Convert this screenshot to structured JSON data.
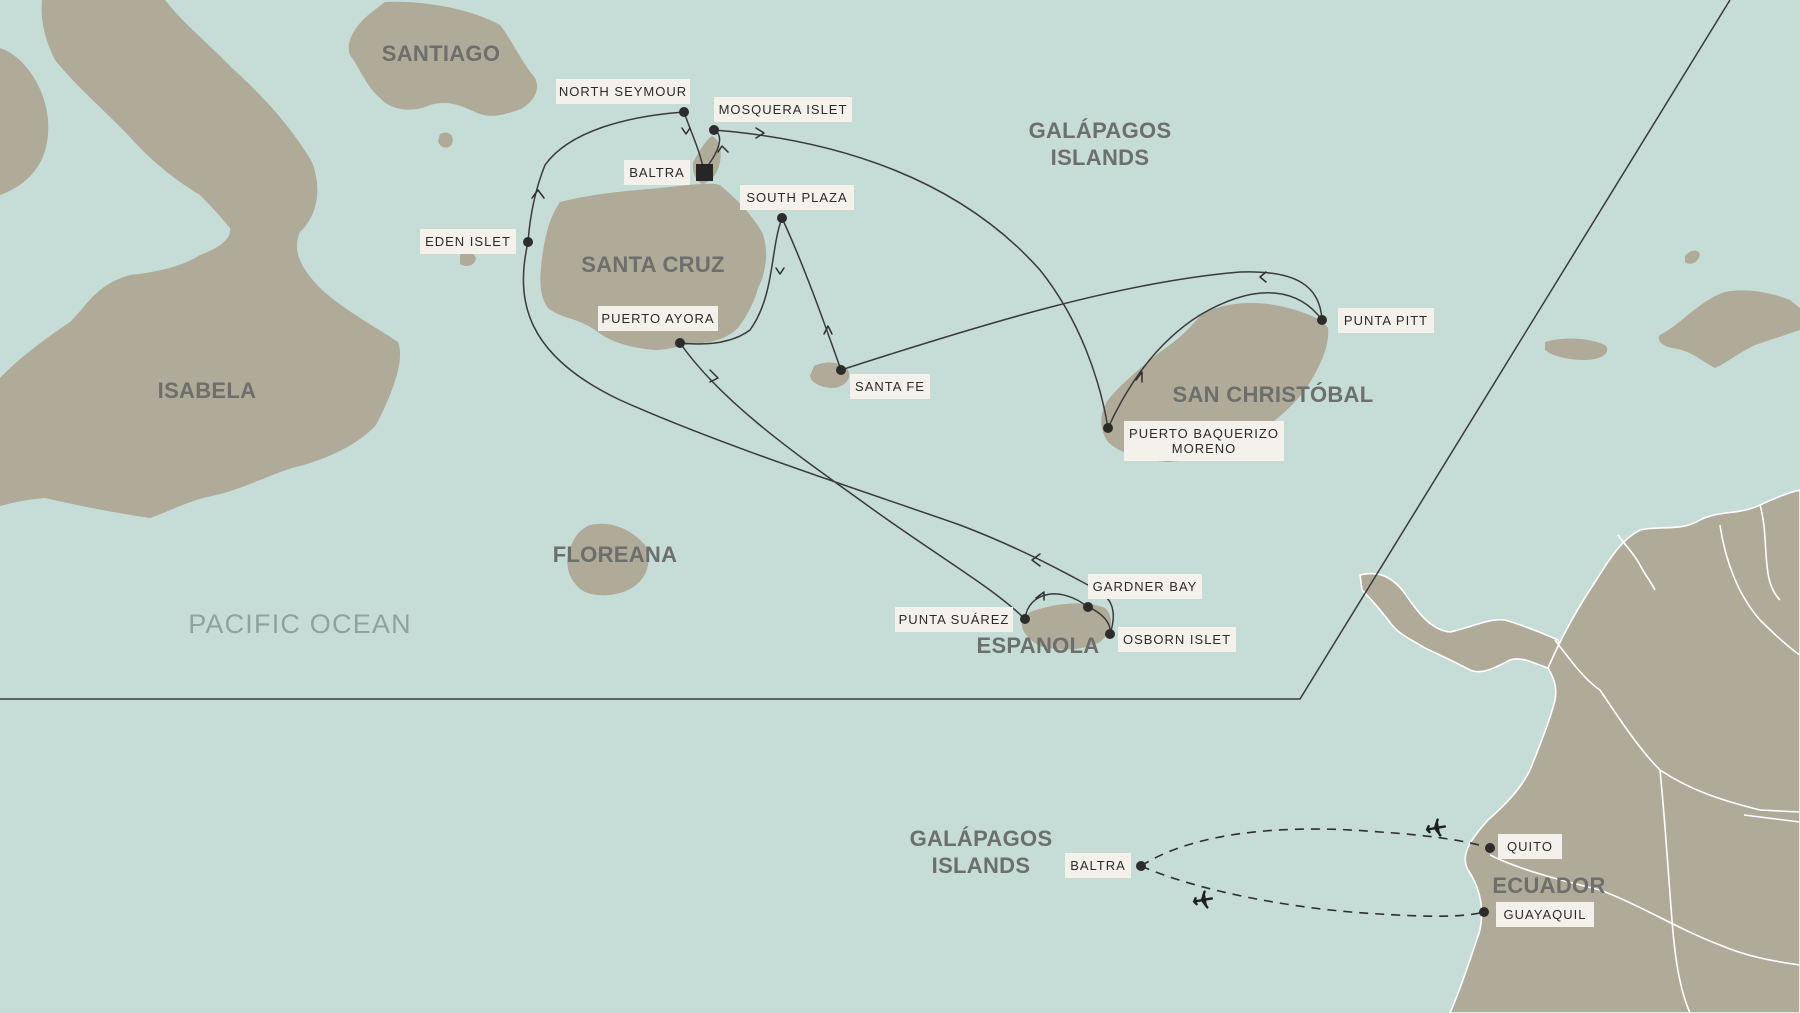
{
  "colors": {
    "sea": "#c6dcd7",
    "land": "#b0aa98",
    "route": "#3a3a3a",
    "label_bg": "#f3f1ea",
    "text": "#6d6f6c"
  },
  "islands": {
    "isabela": "ISABELA",
    "santiago": "SANTIAGO",
    "santa_cruz": "SANTA CRUZ",
    "floreana": "FLOREANA",
    "san_cristobal": "SAN CHRISTÓBAL",
    "espanola": "ESPANOLA"
  },
  "region_top": {
    "line1": "GALÁPAGOS",
    "line2": "ISLANDS"
  },
  "region_bottom": {
    "line1": "GALÁPAGOS",
    "line2": "ISLANDS"
  },
  "ocean": "PACIFIC OCEAN",
  "country": "ECUADOR",
  "places": {
    "north_seymour": "NORTH SEYMOUR",
    "mosquera_islet": "MOSQUERA ISLET",
    "baltra": "BALTRA",
    "south_plaza": "SOUTH PLAZA",
    "eden_islet": "EDEN ISLET",
    "puerto_ayora": "PUERTO AYORA",
    "santa_fe": "SANTA FE",
    "punta_pitt": "PUNTA PITT",
    "puerto_baquerizo_1": "PUERTO BAQUERIZO",
    "puerto_baquerizo_2": "MORENO",
    "gardner_bay": "GARDNER BAY",
    "punta_suarez": "PUNTA SUÁREZ",
    "osborn_islet": "OSBORN ISLET",
    "baltra_inset": "BALTRA",
    "quito": "QUITO",
    "guayaquil": "GUAYAQUIL"
  },
  "icons": {
    "baltra_airport": "square-marker-icon",
    "flight": "airplane-icon"
  }
}
